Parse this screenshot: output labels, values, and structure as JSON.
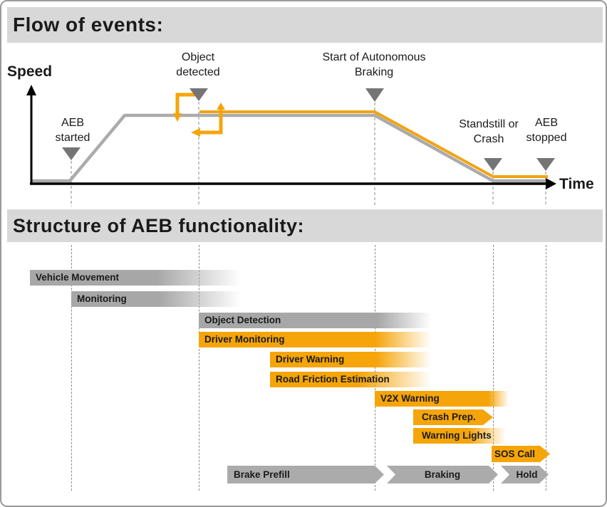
{
  "page": {
    "flow_title": "Flow of events:",
    "structure_title": "Structure of AEB functionality:"
  },
  "flow_chart": {
    "y_axis_label": "Speed",
    "x_axis_label": "Time",
    "events": [
      {
        "id": "aeb-started",
        "label": "AEB\nstarted"
      },
      {
        "id": "object-detected",
        "label": "Object\ndetected"
      },
      {
        "id": "start-autonomous-braking",
        "label": "Start of Autonomous\nBraking"
      },
      {
        "id": "standstill-or-crash",
        "label": "Standstill or\nCrash"
      },
      {
        "id": "aeb-stopped",
        "label": "AEB\nstopped"
      }
    ]
  },
  "gantt": {
    "bars": [
      {
        "label": "Vehicle Movement"
      },
      {
        "label": "Monitoring"
      },
      {
        "label": "Object Detection"
      },
      {
        "label": "Driver Monitoring"
      },
      {
        "label": "Driver Warning"
      },
      {
        "label": "Road Friction Estimation"
      },
      {
        "label": "V2X Warning"
      },
      {
        "label": "Crash Prep."
      },
      {
        "label": "Warning Lights"
      },
      {
        "label": "SOS Call"
      },
      {
        "label": "Brake Prefill"
      },
      {
        "label": "Braking"
      },
      {
        "label": "Hold"
      }
    ]
  },
  "colors": {
    "accent_orange": "#f5a50a",
    "bar_gray": "#a7a7a7",
    "band_gray": "#d8d8d8",
    "marker_gray": "#757575",
    "speed_line_gray": "#ababab"
  }
}
